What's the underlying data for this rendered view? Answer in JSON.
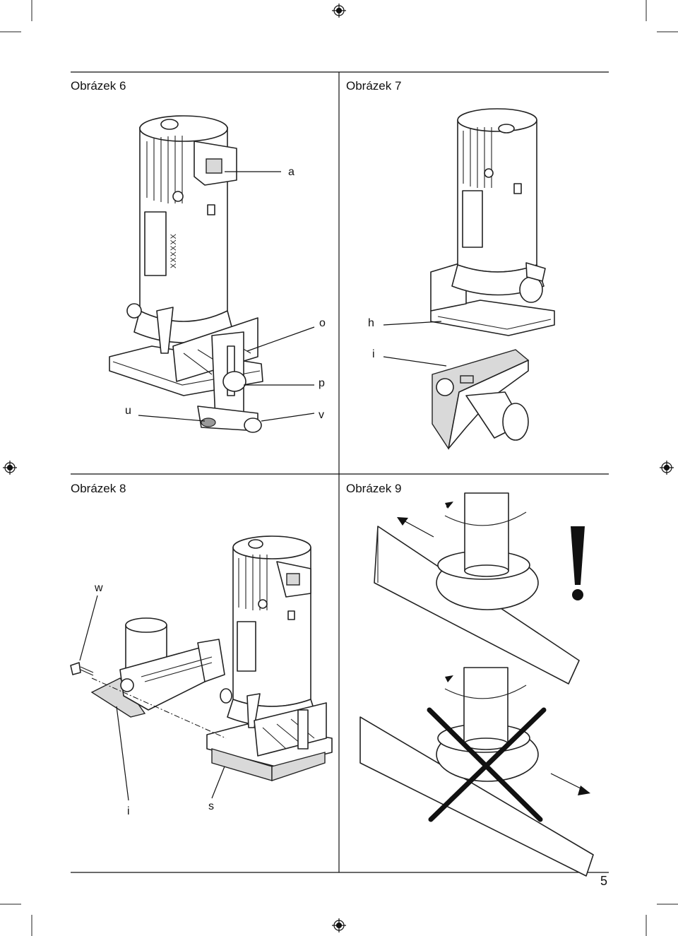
{
  "figures": {
    "fig6": {
      "title": "Obrázek 6",
      "labels": {
        "a": "a",
        "o": "o",
        "p": "p",
        "u": "u",
        "v": "v"
      },
      "stamp": "XXXXXX"
    },
    "fig7": {
      "title": "Obrázek 7",
      "labels": {
        "h": "h",
        "i": "i"
      }
    },
    "fig8": {
      "title": "Obrázek 8",
      "labels": {
        "w": "w",
        "i": "i",
        "s": "s"
      }
    },
    "fig9": {
      "title": "Obrázek 9",
      "warning": "!"
    }
  },
  "page_number": "5"
}
